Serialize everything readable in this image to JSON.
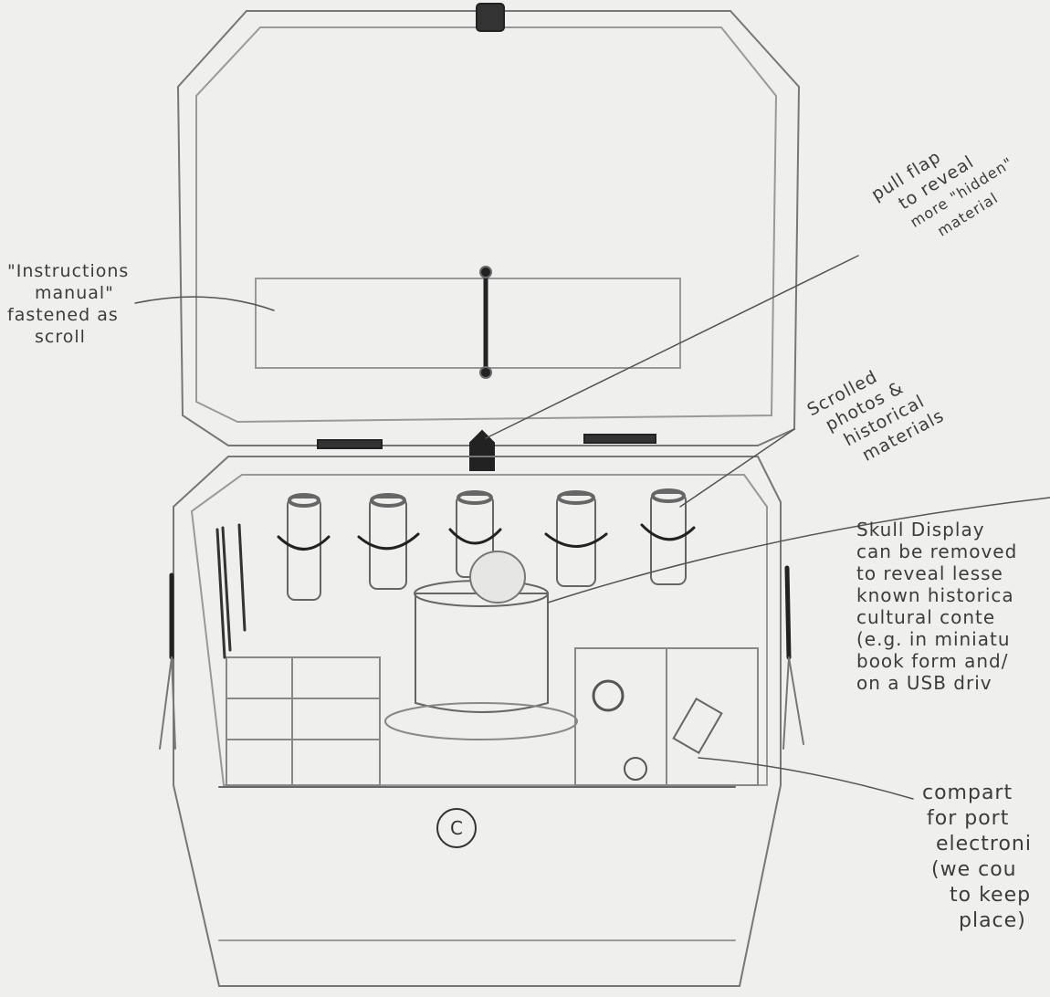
{
  "annotations": {
    "instructions": [
      "\"Instructions",
      "manual\"",
      "fastened as",
      "scroll"
    ],
    "pull_flap": [
      "pull flap",
      "to reveal",
      "more \"hidden\"",
      "material"
    ],
    "scrolled": [
      "Scrolled",
      "photos &",
      "historical",
      "materials"
    ],
    "skull": [
      "Skull Display",
      "can be removed",
      "to reveal lesse",
      "known historica",
      "cultural conte",
      "(e.g. in miniatu",
      "book form and/",
      "on a USB driv"
    ],
    "compartment": [
      "compart",
      "for port",
      "electroni",
      "(we cou",
      "to keep",
      "place)"
    ],
    "label_c": "C"
  },
  "colors": {
    "paper": "#efefed",
    "pencil": "#555555",
    "dark": "#222222"
  }
}
